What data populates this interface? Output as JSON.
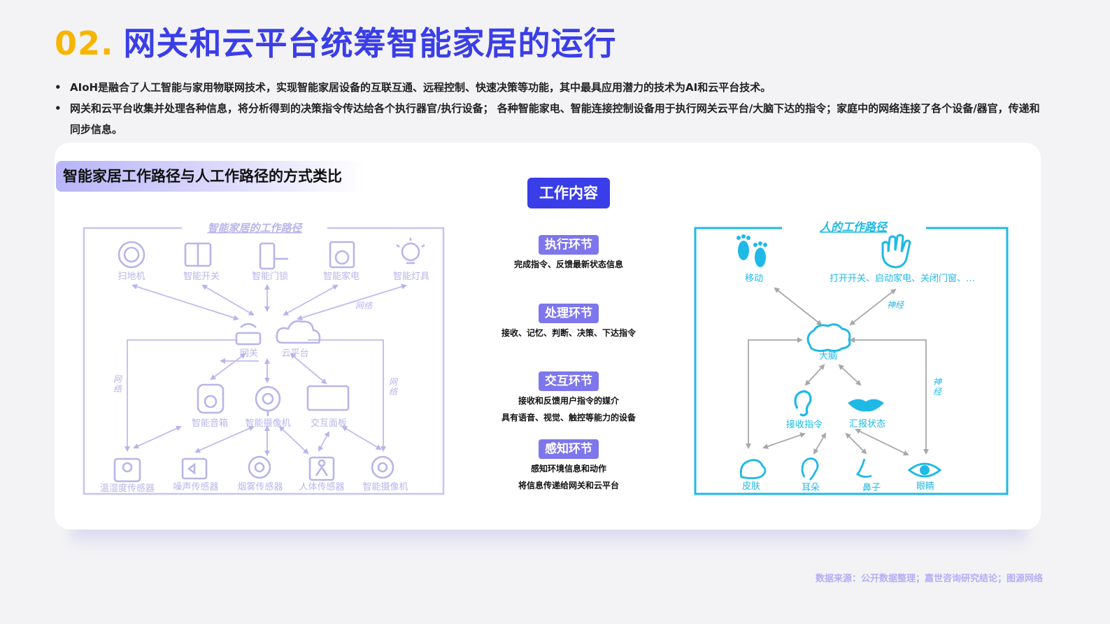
{
  "header": {
    "number": "02.",
    "title": "网关和云平台统筹智能家居的运行"
  },
  "bullets": [
    "AIoH是融合了人工智能与家用物联网技术，实现智能家居设备的互联互通、远程控制、快速决策等功能，其中最具应用潜力的技术为AI和云平台技术。",
    "网关和云平台收集并处理各种信息，将分析得到的决策指令传达给各个执行器官/执行设备； 各种智能家电、智能连接控制设备用于执行网关云平台/大脑下达的指令；家庭中的网络连接了各个设备/器官，传递和同步信息。"
  ],
  "section_title": "智能家居工作路径与人工作路径的方式类比",
  "center": {
    "button": "工作内容",
    "steps": [
      {
        "tag": "执行环节",
        "lines": [
          "完成指令、反馈最新状态信息"
        ]
      },
      {
        "tag": "处理环节",
        "lines": [
          "接收、记忆、判断、决策、下达指令"
        ]
      },
      {
        "tag": "交互环节",
        "lines": [
          "接收和反馈用户指令的媒介",
          "具有语音、视觉、触控等能力的设备"
        ]
      },
      {
        "tag": "感知环节",
        "lines": [
          "感知环境信息和动作",
          "将信息传递给网关和云平台"
        ]
      }
    ]
  },
  "left_diagram": {
    "title": "智能家居的工作路径",
    "top_devices": [
      "扫地机",
      "智能开关",
      "智能门锁",
      "智能家电",
      "智能灯具"
    ],
    "network_label": "网络",
    "gateway": "网关",
    "cloud": "云平台",
    "interaction_devices": [
      "智能音箱",
      "智能摄像机",
      "交互面板"
    ],
    "sensors": [
      "温湿度传感器",
      "噪声传感器",
      "烟雾传感器",
      "人体传感器",
      "智能摄像机"
    ],
    "color": "#b9b4ea"
  },
  "right_diagram": {
    "title": "人的工作路径",
    "move": "移动",
    "actions": "打开开关、启动家电、关闭门窗、…",
    "nerve_label": "神经",
    "brain": "大脑",
    "receive": "接收指令",
    "report": "汇报状态",
    "senses": [
      "皮肤",
      "耳朵",
      "鼻子",
      "眼睛"
    ],
    "color": "#1fb9e6"
  },
  "source": "数据来源：公开数据整理；嘉世咨询研究结论；图源网络"
}
